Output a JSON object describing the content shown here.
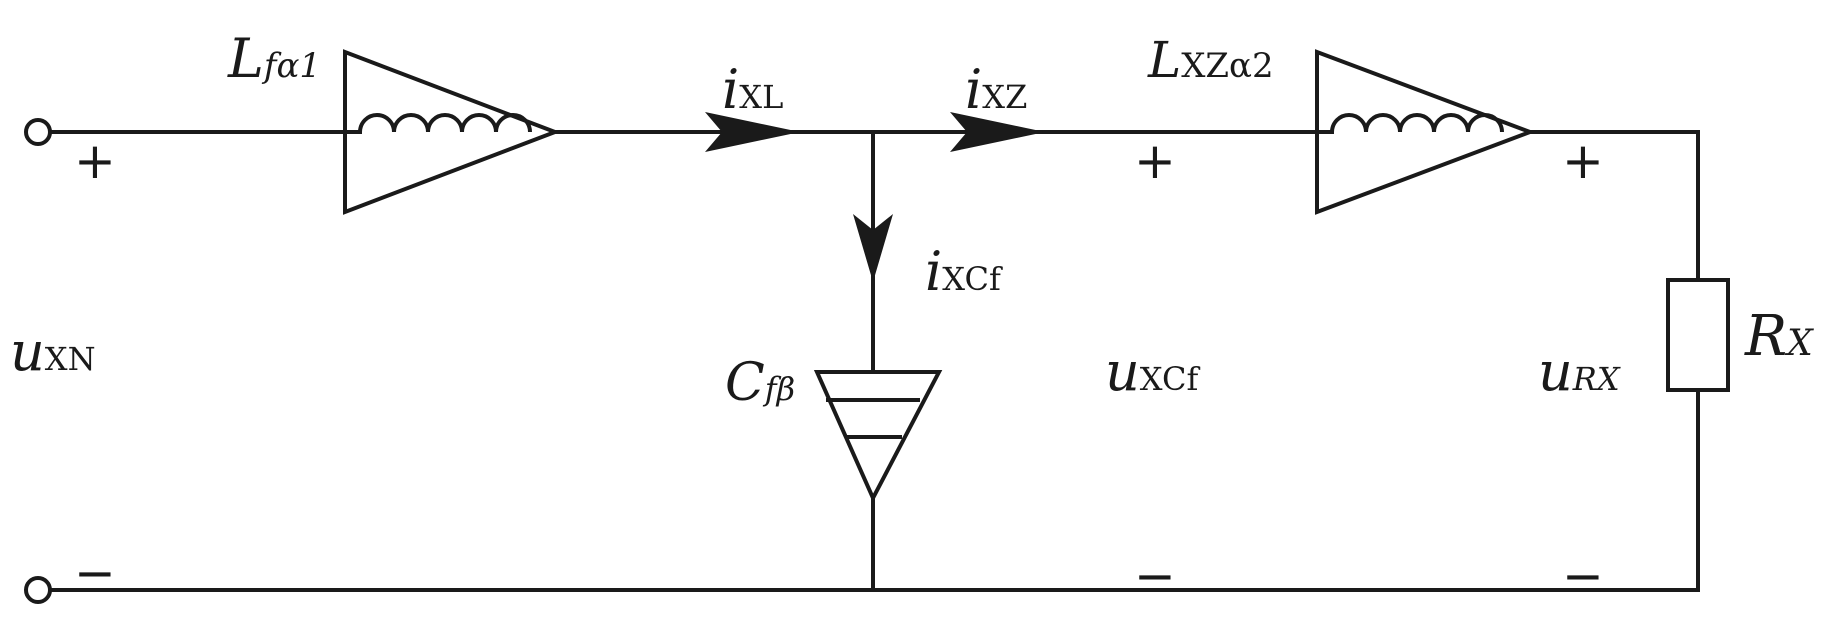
{
  "components": {
    "inductor_1": {
      "symbol": "L",
      "sub": "fα1"
    },
    "inductor_2": {
      "symbol": "L",
      "sub": "XZα2"
    },
    "capacitor": {
      "symbol": "C",
      "sub": "fβ"
    },
    "resistor": {
      "symbol": "R",
      "sub": "X"
    }
  },
  "currents": {
    "i_xl": {
      "symbol": "i",
      "sub": "XL"
    },
    "i_xz": {
      "symbol": "i",
      "sub": "XZ"
    },
    "i_xcf": {
      "symbol": "i",
      "sub": "XCf"
    }
  },
  "voltages": {
    "u_xn": {
      "symbol": "u",
      "sub": "XN"
    },
    "u_xcf": {
      "symbol": "u",
      "sub": "XCf"
    },
    "u_rx": {
      "symbol": "u",
      "sub": "RX"
    }
  },
  "polarity": {
    "plus": "+",
    "minus": "−"
  }
}
